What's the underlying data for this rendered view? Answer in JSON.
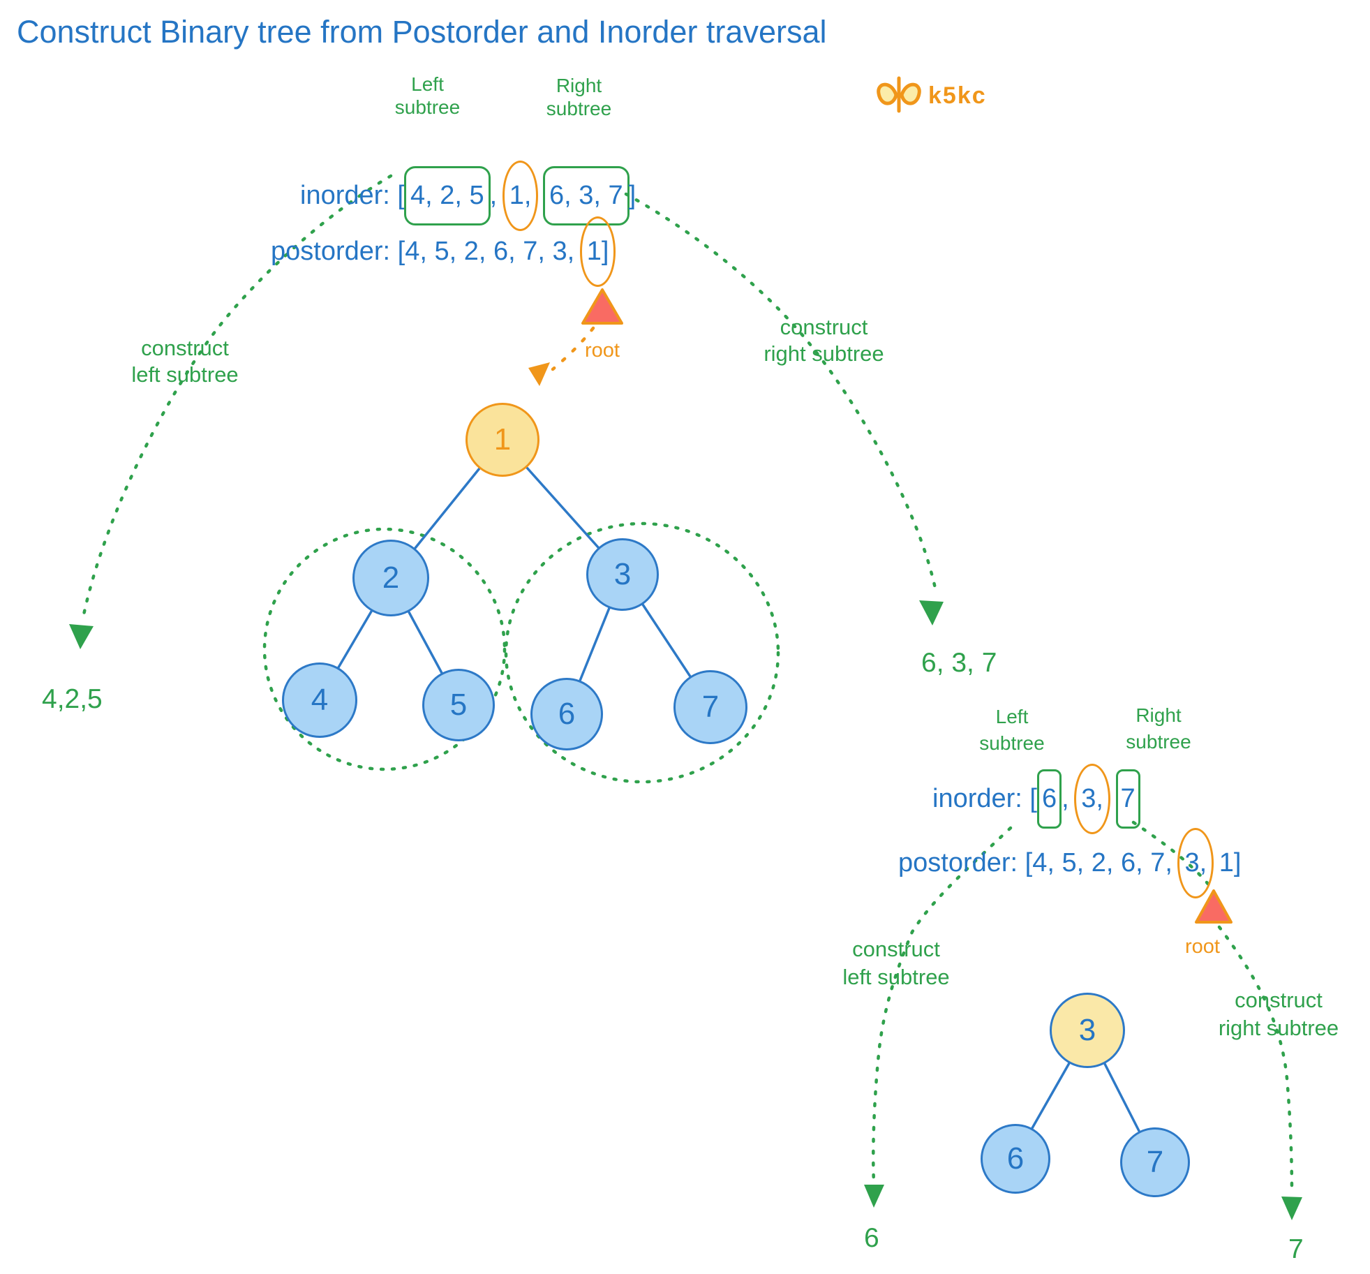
{
  "title": "Construct Binary tree from Postorder and Inorder traversal",
  "logo": {
    "text": "k5kc"
  },
  "colors": {
    "blue_text": "#2575c4",
    "node_border_blue": "#2d79c7",
    "node_fill_blue": "#a9d4f6",
    "node_fill_yellow": "#fae39b",
    "green": "#2fa14c",
    "orange": "#f0961a",
    "red_triangle": "#f96b63"
  },
  "section1": {
    "labels": {
      "left_top": "Left",
      "left_bottom": "subtree",
      "right_top": "Right",
      "right_bottom": "subtree"
    },
    "inorder": {
      "prefix": "inorder: [",
      "left_group": "4, 2, 5",
      "sep": ", ",
      "root": "1,",
      "sep2": " ",
      "right_group": "6, 3, 7",
      "suffix": "]"
    },
    "postorder": {
      "prefix": "postorder: [4, 5, 2, 6, 7, 3, ",
      "root": "1]"
    },
    "root_label": "root",
    "construct_left_1": "construct",
    "construct_left_2": "left subtree",
    "construct_right_1": "construct",
    "construct_right_2": "right subtree",
    "result_left": "4,2,5",
    "result_right": "6, 3, 7",
    "nodes": {
      "n1": "1",
      "n2": "2",
      "n3": "3",
      "n4": "4",
      "n5": "5",
      "n6": "6",
      "n7": "7"
    }
  },
  "section2": {
    "labels": {
      "left_top": "Left",
      "left_bottom": "subtree",
      "right_top": "Right",
      "right_bottom": "subtree"
    },
    "inorder": {
      "prefix": "inorder: [",
      "left_group": "6",
      "sep": ", ",
      "root": "3,",
      "sep2": " ",
      "right_group": "7"
    },
    "postorder": {
      "prefix": "postorder: [4, 5, 2, 6, 7, ",
      "root": "3,",
      "suffix": " 1]"
    },
    "root_label": "root",
    "construct_left_1": "construct",
    "construct_left_2": "left subtree",
    "construct_right_1": "construct",
    "construct_right_2": "right subtree",
    "result_left": "6",
    "result_right": "7",
    "nodes": {
      "n3": "3",
      "n6": "6",
      "n7": "7"
    }
  }
}
